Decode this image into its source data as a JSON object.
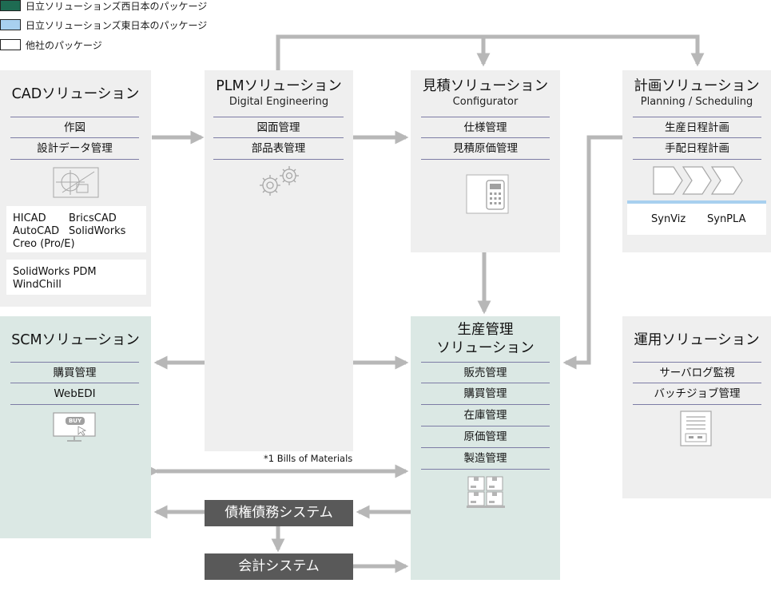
{
  "legend": [
    {
      "label": "日立ソリューションズ西日本のパッケージ",
      "color": "#1e6b52"
    },
    {
      "label": "日立ソリューションズ東日本のパッケージ",
      "color": "#a8d0ef"
    },
    {
      "label": "他社のパッケージ",
      "color": "#ffffff"
    }
  ],
  "colors": {
    "gray_box": "#efefef",
    "green_box": "#dbe8e4",
    "arrow": "#b7b7b7",
    "dark_box": "#595959",
    "divider": "#7d7ca5",
    "accent_bar": "#a8d0ef"
  },
  "cad": {
    "title": "CADソリューション",
    "items": [
      "作図",
      "設計データ管理"
    ],
    "icon": "cad-drawing-icon",
    "products_a": [
      "HICAD",
      "AutoCAD",
      "Creo (Pro/E)"
    ],
    "products_b": [
      "BricsCAD",
      "SolidWorks"
    ],
    "products_c": [
      "SolidWorks PDM",
      "WindChill"
    ]
  },
  "plm": {
    "title": "PLMソリューション",
    "subtitle": "Digital Engineering",
    "items": [
      "図面管理",
      "部品表管理"
    ],
    "icon": "gears-icon"
  },
  "estimate": {
    "title": "見積ソリューション",
    "subtitle": "Configurator",
    "items": [
      "仕様管理",
      "見積原価管理"
    ],
    "icon": "calculator-icon"
  },
  "plan": {
    "title": "計画ソリューション",
    "subtitle": "Planning / Scheduling",
    "items": [
      "生産日程計画",
      "手配日程計画"
    ],
    "icon": "process-chevrons-icon",
    "products": [
      "SynViz",
      "SynPLA"
    ]
  },
  "scm": {
    "title": "SCMソリューション",
    "items": [
      "購買管理",
      "WebEDI"
    ],
    "icon": "buy-monitor-icon",
    "icon_text": "BUY"
  },
  "production": {
    "title_line1": "生産管理",
    "title_line2": "ソリューション",
    "items": [
      "販売管理",
      "購買管理",
      "在庫管理",
      "原価管理",
      "製造管理"
    ],
    "icon": "boxes-icon"
  },
  "ops": {
    "title": "運用ソリューション",
    "items": [
      "サーバログ監視",
      "バッチジョブ管理"
    ],
    "icon": "server-document-icon"
  },
  "note": "*1  Bills of Materials",
  "receivables": "債権債務システム",
  "accounting": "会計システム"
}
